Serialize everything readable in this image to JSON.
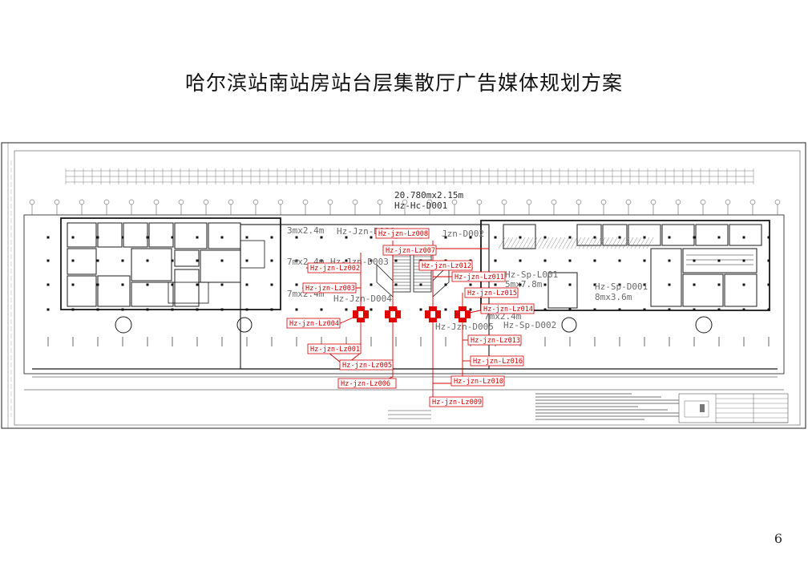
{
  "title": "哈尔滨站南站房站台层集散厅广告媒体规划方案",
  "page_number": "6",
  "colors": {
    "annotation": "#d40000",
    "marker": "#e00000",
    "linework": "#1a1a1a"
  },
  "gray_dimension_texts": [
    {
      "id": "hc001-size",
      "text": "20.780mx2.15m"
    },
    {
      "id": "hc001-code",
      "text": "Hz-Hc-D001"
    },
    {
      "id": "jzn000-size",
      "text": "3mx2.4m"
    },
    {
      "id": "jzn000-code",
      "text": "Hz-Jzn-D000"
    },
    {
      "id": "jzn002-code",
      "text": "Jzn-D002"
    },
    {
      "id": "jzn003-size",
      "text": "7mx2.4m"
    },
    {
      "id": "jzn003-code",
      "text": "Hz-Jzn-D003"
    },
    {
      "id": "jzn004-size",
      "text": "7mx2.4m"
    },
    {
      "id": "jzn004-code",
      "text": "Hz-Jzn-D004"
    },
    {
      "id": "sp001l-code",
      "text": "Hz-Sp-L001"
    },
    {
      "id": "sp001l-size",
      "text": "5mx7.8m"
    },
    {
      "id": "sp001d-code",
      "text": "Hz-Sp-D001"
    },
    {
      "id": "sp001d-size",
      "text": "8mx3.6m"
    },
    {
      "id": "jzn005-code",
      "text": "Hz-Jzn-D005"
    },
    {
      "id": "sp002-code",
      "text": "Hz-Sp-D002"
    },
    {
      "id": "mid-size",
      "text": "7mx2.4m"
    }
  ],
  "red_labels": [
    {
      "id": "lz002",
      "text": "Hz-jzn-Lz002"
    },
    {
      "id": "lz003",
      "text": "Hz-jzn-Lz003"
    },
    {
      "id": "lz004",
      "text": "Hz-jzn-Lz004"
    },
    {
      "id": "lz001",
      "text": "Hz-jzn-Lz001"
    },
    {
      "id": "lz005",
      "text": "Hz-jzn-Lz005"
    },
    {
      "id": "lz006",
      "text": "Hz-jzn-Lz006"
    },
    {
      "id": "lz007",
      "text": "Hz-jzn-Lz007"
    },
    {
      "id": "lz008",
      "text": "Hz-jzn-Lz008"
    },
    {
      "id": "lz012",
      "text": "Hz-jzn-Lz012"
    },
    {
      "id": "lz011",
      "text": "Hz-jzn-Lz011"
    },
    {
      "id": "lz015",
      "text": "Hz-jzn-Lz015"
    },
    {
      "id": "lz014",
      "text": "Hz-jzn-Lz014"
    },
    {
      "id": "lz013",
      "text": "Hz-jzn-Lz013"
    },
    {
      "id": "lz016",
      "text": "Hz-jzn-Lz016"
    },
    {
      "id": "lz010",
      "text": "Hz-jzn-Lz010"
    },
    {
      "id": "lz009",
      "text": "Hz-jzn-Lz009"
    }
  ]
}
